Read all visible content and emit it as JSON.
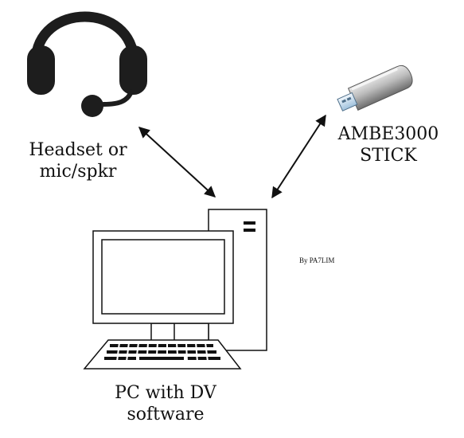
{
  "labels": {
    "headset_line1": "Headset or",
    "headset_line2": "mic/spkr",
    "stick_line1": "AMBE3000",
    "stick_line2": "STICK",
    "pc_line1": "PC with DV",
    "pc_line2": "software",
    "credit": "By PA7LIM"
  },
  "icons": {
    "headset": "headset-icon",
    "usb_stick": "usb-stick-icon",
    "computer": "desktop-computer-icon"
  },
  "colors": {
    "line": "#111111",
    "usb_connector": "#cfe3f3",
    "background": "#ffffff"
  }
}
